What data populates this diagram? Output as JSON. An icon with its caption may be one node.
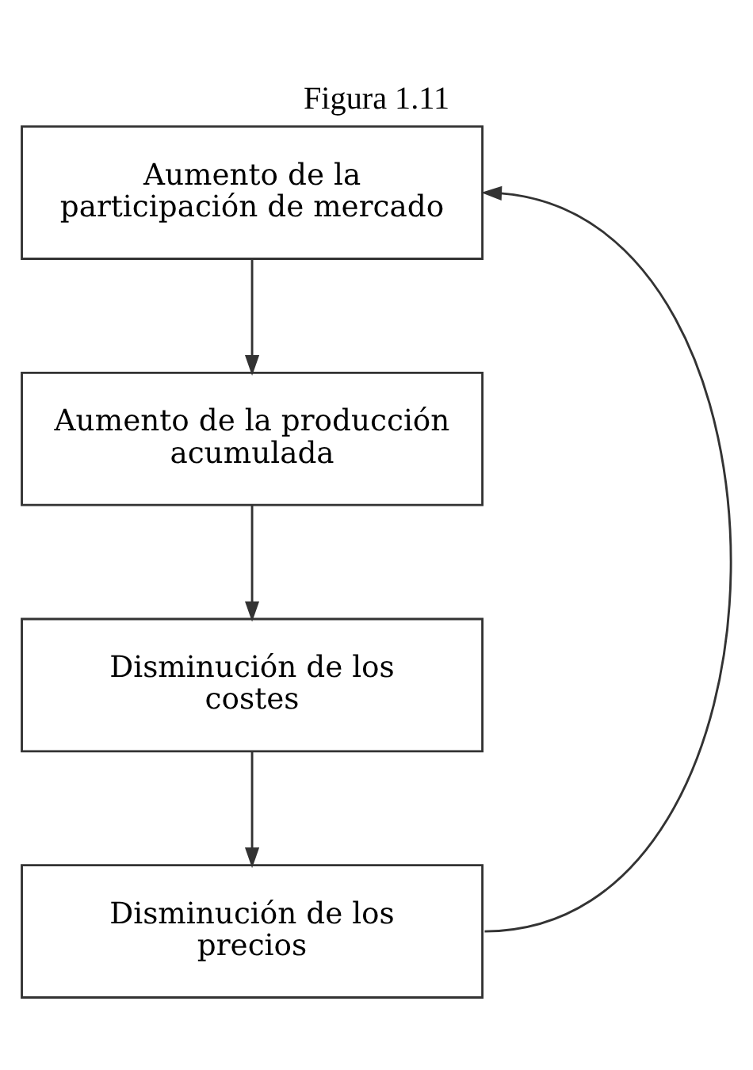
{
  "diagram": {
    "title": "Figura 1.11",
    "nodes": [
      {
        "text": [
          "Aumento de la participación de mercado"
        ]
      },
      {
        "text": [
          "Aumento de la producción acumulada"
        ]
      },
      {
        "text": [
          "Disminución de los costes"
        ]
      },
      {
        "text": [
          "Disminución de los precios"
        ]
      }
    ],
    "edges": [
      {
        "from": 0,
        "to": 1,
        "arrow": "to"
      },
      {
        "from": 1,
        "to": 2,
        "arrow": "to"
      },
      {
        "from": 2,
        "to": 3,
        "arrow": "to"
      },
      {
        "from": 3,
        "to": 0,
        "arrow": "to"
      }
    ]
  }
}
